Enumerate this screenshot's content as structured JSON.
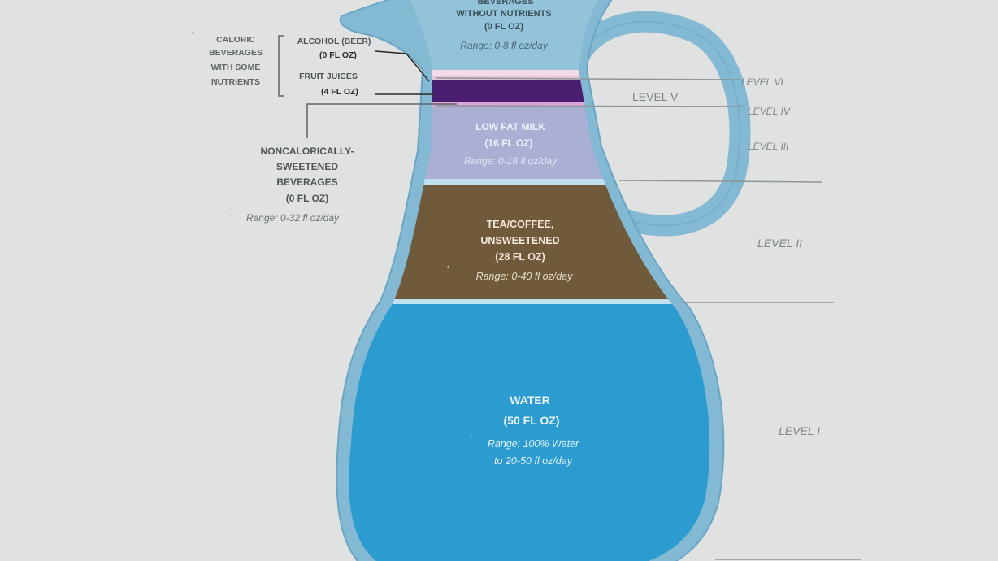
{
  "top_section": {
    "title_line1": "BEVERAGES",
    "title_line2": "WITHOUT NUTRIENTS",
    "amount": "(0 FL OZ)",
    "range": "Range: 0-8 fl oz/day"
  },
  "caloric_group": {
    "line1": "CALORIC",
    "line2": "BEVERAGES",
    "line3": "WITH SOME",
    "line4": "NUTRIENTS",
    "marker": "¹"
  },
  "alcohol": {
    "line1": "ALCOHOL (BEER)",
    "line2": "(0 FL OZ)"
  },
  "juice": {
    "line1": "FRUIT JUICES",
    "line2": "(4 FL OZ)"
  },
  "noncaloric": {
    "line1": "NONCALORICALLY-",
    "line2": "SWEETENED",
    "line3": "BEVERAGES",
    "line4": "(0 FL OZ)",
    "range": "Range: 0-32 fl oz/day",
    "marker": "¹"
  },
  "milk": {
    "line1": "LOW FAT MILK",
    "line2": "(16 FL OZ)",
    "range": "Range: 0-16 fl oz/day"
  },
  "tea": {
    "line1": "TEA/COFFEE,",
    "line2": "UNSWEETENED",
    "line3": "(28 FL OZ)",
    "range": "Range: 0-40 fl oz/day",
    "marker": "¹"
  },
  "water": {
    "line1": "WATER",
    "line2": "(50 FL OZ)",
    "range1": "Range: 100% Water",
    "range2": "to 20-50 fl oz/day",
    "marker": "¹"
  },
  "levels": {
    "l6": "LEVEL VI",
    "l5": "LEVEL V",
    "l4": "LEVEL IV",
    "l3": "LEVEL III",
    "l2": "LEVEL II",
    "l1": "LEVEL I"
  },
  "colors": {
    "background": "#dfe2e1",
    "pitcher_outline": "#84b9d3",
    "water": "#2b9bd0",
    "tea": "#6f5a3c",
    "milk": "#a9b0d3",
    "juice": "#4b1f70",
    "alcohol": "#e6c6dc"
  }
}
